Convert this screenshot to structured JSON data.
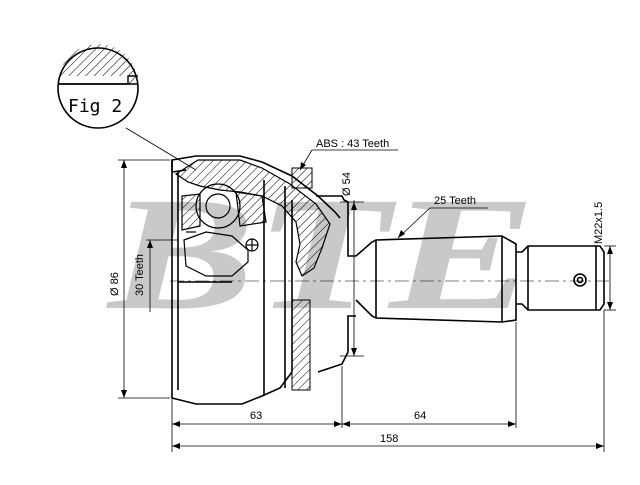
{
  "watermark": {
    "text": "BTE"
  },
  "figure_label": "Fig 2",
  "annotations": {
    "abs": "ABS : 43 Teeth",
    "spline": "25 Teeth",
    "inner_spline": "30 Teeth",
    "thread": "M22x1.5",
    "seal_diameter": "Ø 54",
    "outer_diameter": "Ø 86"
  },
  "dimensions": {
    "housing_length": "63",
    "shaft_length": "64",
    "total_length": "158"
  },
  "colors": {
    "line": "#000000",
    "watermark": "#c9c9c9"
  }
}
